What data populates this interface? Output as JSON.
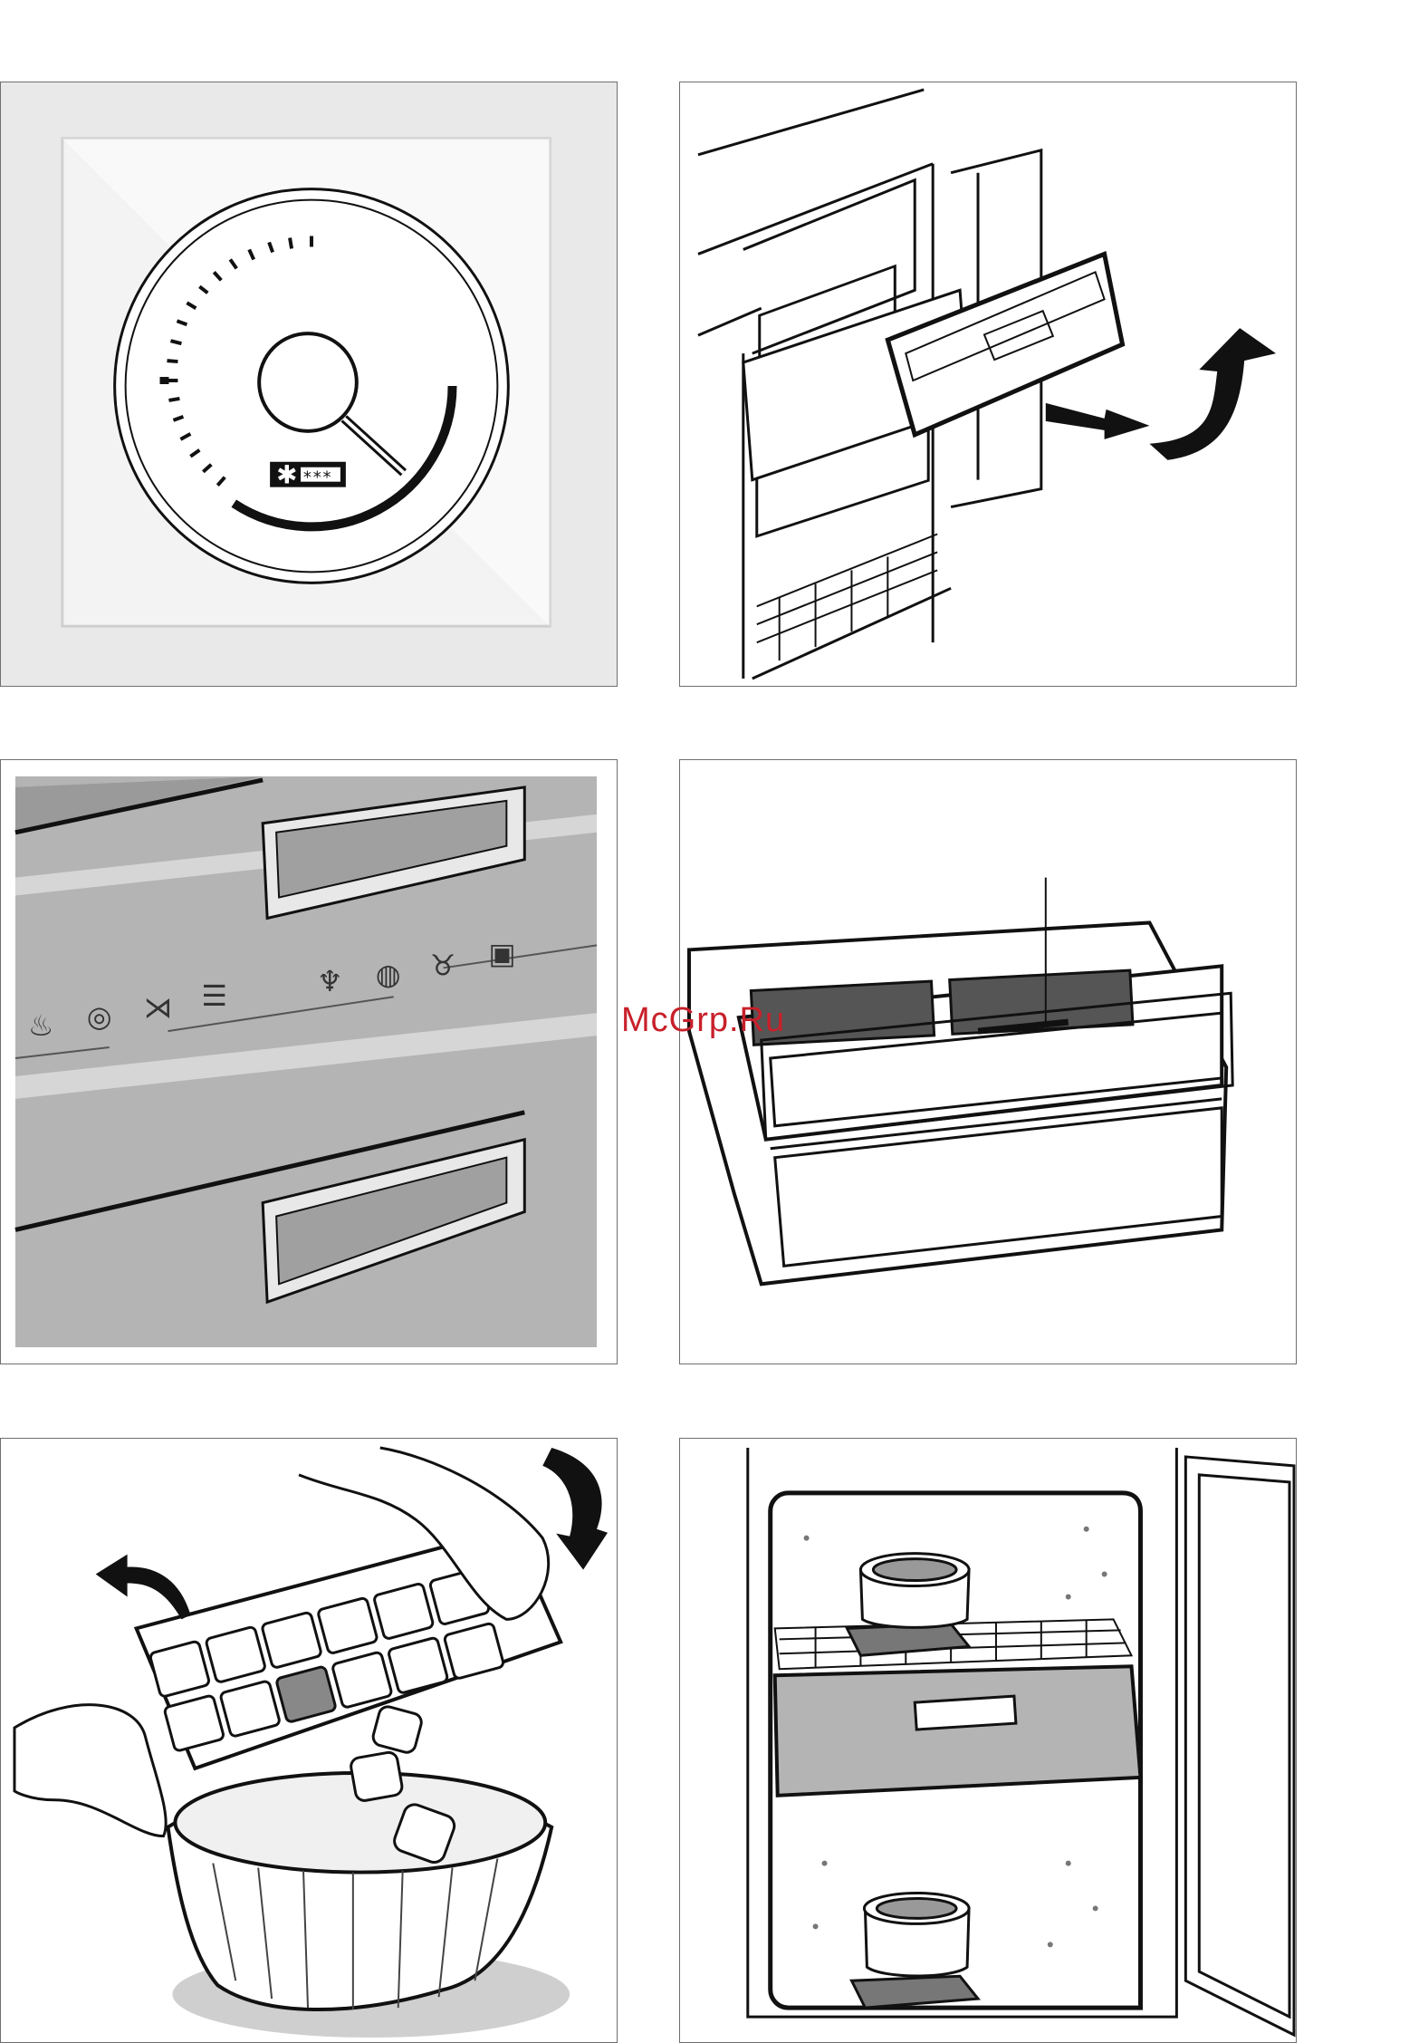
{
  "watermark": {
    "text": "McGrp.Ru",
    "color": "#c8202a"
  },
  "panels": [
    {
      "id": "thermostat-dial",
      "icons": [
        "snowflake-icon",
        "three-star-icon"
      ]
    },
    {
      "id": "drawer-removal",
      "icons": [
        "arrow-right-icon",
        "arrow-up-curve-icon"
      ]
    },
    {
      "id": "drawer-food-symbols",
      "icons": [
        "pot-icon",
        "sausage-icon",
        "fish-icon",
        "bread-icon",
        "poultry-icon",
        "vegetable-icon",
        "goat-icon",
        "ready-meal-icon"
      ]
    },
    {
      "id": "drawer-with-cold-packs"
    },
    {
      "id": "ice-cube-tray",
      "icons": [
        "arrow-left-curve-icon",
        "arrow-down-curve-icon"
      ]
    },
    {
      "id": "defrost-freezer"
    }
  ],
  "colors": {
    "panel_border": "#6f6f6f",
    "panel_gray": "#b4b4b4",
    "light_gray": "#e9e9e9"
  }
}
